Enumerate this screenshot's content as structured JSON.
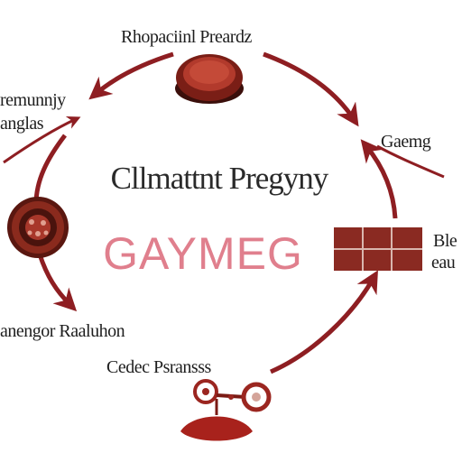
{
  "diagram": {
    "center_title": "Cllmattnt Pregyny",
    "center_word": "GAYMEG",
    "labels": {
      "top": "Rhopaciinl Preardz",
      "top_left_line1": "remunnjy",
      "top_left_line2": "anglas",
      "right_upper": "Gaemg",
      "right_mid_line1": "Ble",
      "right_mid_line2": "eau",
      "lower_left": "anengor Raaluhon",
      "bottom": "Cedec Psransss"
    },
    "colors": {
      "arrow": "#8e1e22",
      "node_dark": "#6b1a14",
      "node_red": "#a8332b",
      "accent_pink": "#e07f8d"
    },
    "icons": {
      "top": "round-button-icon",
      "left": "donut-disc-icon",
      "right": "grid-tiles-icon",
      "bottom": "scale-dish-icon"
    }
  }
}
